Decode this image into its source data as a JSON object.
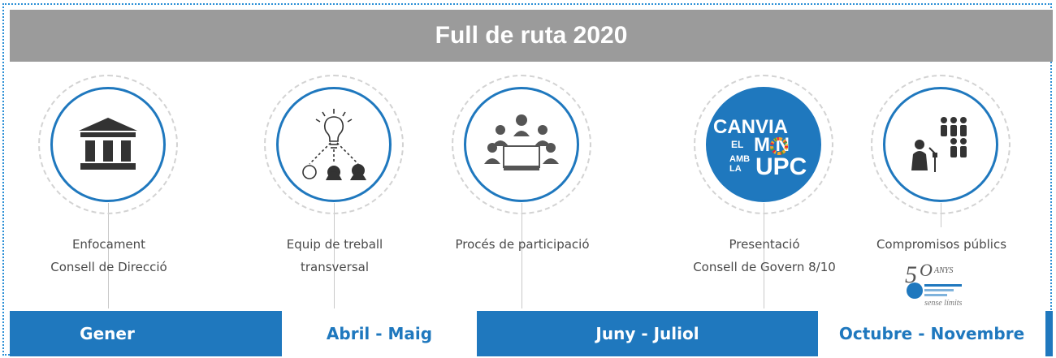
{
  "title": "Full de ruta 2020",
  "steps": [
    {
      "line1": "Enfocament",
      "line2": "Consell de Direcció",
      "icon": "institution-icon",
      "variant": "outline"
    },
    {
      "line1": "Equip de treball",
      "line2": "transversal",
      "icon": "idea-team-icon",
      "variant": "outline"
    },
    {
      "line1": "Procés de participació",
      "line2": "",
      "icon": "meeting-table-icon",
      "variant": "outline"
    },
    {
      "line1": "Presentació",
      "line2": "Consell de Govern 8/10",
      "icon": "canvia-el-mon-logo",
      "variant": "filled"
    },
    {
      "line1": "Compromisos públics",
      "line2": "",
      "icon": "public-speech-icon",
      "variant": "outline"
    }
  ],
  "canvia_logo": {
    "w1": "CANVIA",
    "w2": "EL",
    "w3": "M  N",
    "w4": "AMB",
    "w5": "UPC",
    "w6": "LA"
  },
  "anniversary_logo": {
    "number": "50",
    "small": "ANYS",
    "tagline": "sense límits"
  },
  "timeline": [
    {
      "label": "Gener",
      "style": "blue"
    },
    {
      "label": "Abril - Maig",
      "style": "white"
    },
    {
      "label": "Juny - Juliol",
      "style": "blue"
    },
    {
      "label": "Octubre - Novembre",
      "style": "white"
    }
  ],
  "colors": {
    "accent": "#1f78be",
    "title_bg": "#9b9b9b",
    "text": "#4a4a4a",
    "connector": "#c9c9c9"
  }
}
